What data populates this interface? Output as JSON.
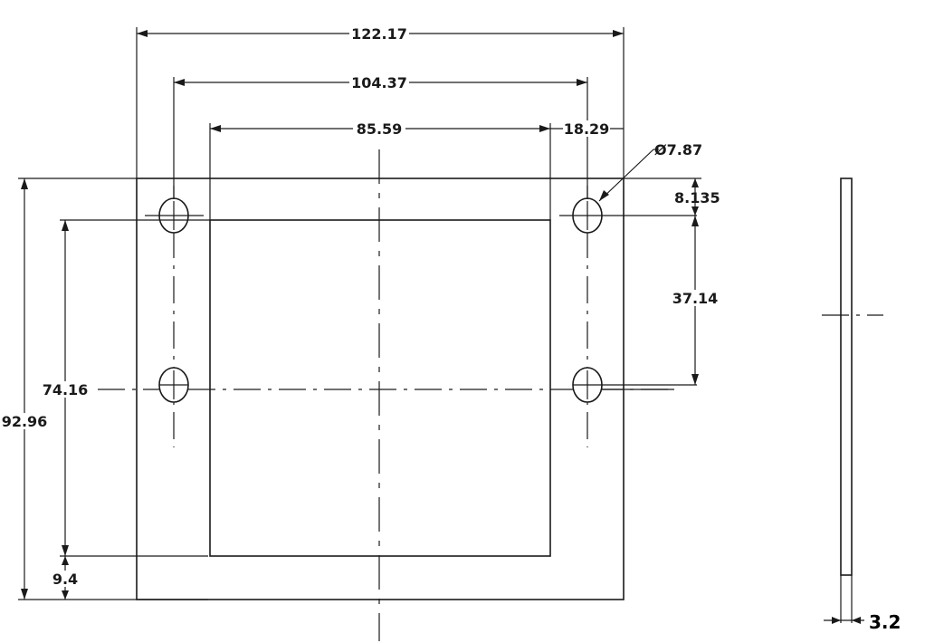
{
  "drawing": {
    "dims": {
      "overall_width": "122.17",
      "hole_spacing_x": "104.37",
      "cutout_width": "85.59",
      "hole_edge_offset": "18.29",
      "hole_diameter": "Ø7.87",
      "hole_top_offset": "8.135",
      "hole_spacing_y": "37.14",
      "cutout_height": "74.16",
      "overall_height": "92.96",
      "cutout_bottom_offset": "9.4",
      "thickness": "3.2"
    }
  }
}
